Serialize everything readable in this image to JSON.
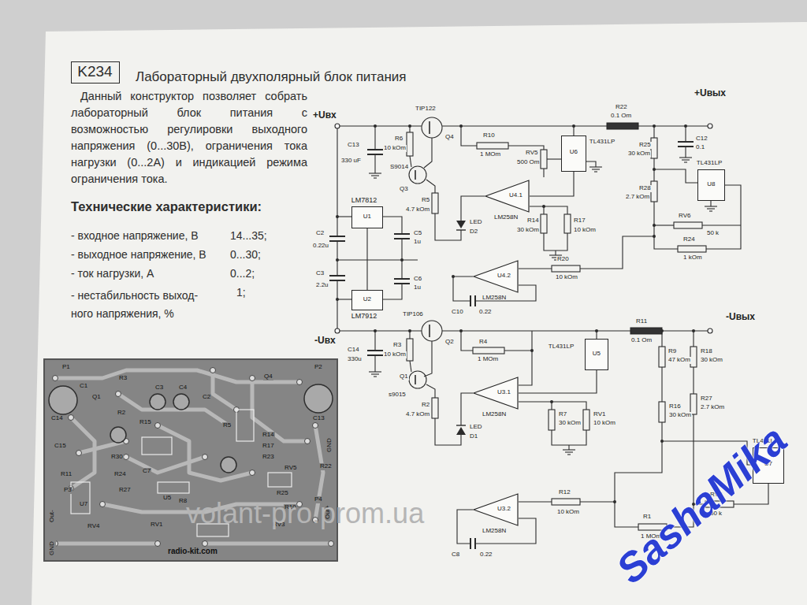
{
  "diagram": {
    "title": "Лабораторный двухполярный блок питания",
    "nodes": [
      {
        "text": [
          "K234"
        ]
      },
      {
        "text": [
          "TL431LP",
          "U6"
        ]
      },
      {
        "text": [
          "TL431LP",
          "U8"
        ]
      },
      {
        "text": [
          "U4.1",
          "LM258N"
        ]
      },
      {
        "text": [
          "LM7812",
          "U1"
        ]
      },
      {
        "text": [
          "U4.2",
          "LM258N"
        ]
      },
      {
        "text": [
          "LM7912",
          "U2"
        ]
      },
      {
        "text": [
          "TL431LP",
          "U5"
        ]
      },
      {
        "text": [
          "U3.1",
          "LM258N"
        ]
      },
      {
        "text": [
          "TL431LP",
          "U7"
        ]
      },
      {
        "text": [
          "U3.2",
          "LM258N"
        ]
      }
    ],
    "edges": [
      {
        "from": 4,
        "to": 6,
        "arrow": "none"
      },
      {
        "from": 1,
        "to": 3,
        "arrow": "none"
      },
      {
        "from": 7,
        "to": 8,
        "arrow": "none"
      }
    ],
    "labels": [
      "Данный конструктор позволяет собрать лабораторный блок питания с возможностью регулировки выходного напряжения (0...30В), ограничения тока нагрузки (0...2А) и индикацией режима ограничения тока.",
      "Технические характеристики:",
      "- входное напряжение, В",
      "14...35;",
      "- выходное напряжение, В",
      "0...30;",
      "- ток нагрузки, А",
      "0...2;",
      "- нестабильность выход- ного напряжения, %",
      "1;",
      "+Uвх",
      "-Uвх",
      "+Uвых",
      "-Uвых",
      "TIP122",
      "Q4",
      "R10",
      "1 MOm",
      "R22",
      "0.1 Om",
      "C13",
      "330 uF",
      "R6",
      "10 kOm",
      "S9014",
      "Q3",
      "R5",
      "4.7 kOm",
      "LED",
      "D2",
      "C2",
      "0.22u",
      "C3",
      "2.2u",
      "C5",
      "1u",
      "C6",
      "1u",
      "RV5",
      "500 Om",
      "R14",
      "30 kOm",
      "R17",
      "10 kOm",
      "C12",
      "0.1",
      "R25",
      "30 kOm",
      "R28",
      "2.7 kOm",
      "RV6",
      "50 k",
      "R24",
      "1 kOm",
      "C10",
      "0.22",
      "R20",
      "10 kOm",
      "TIP106",
      "Q2",
      "R4",
      "1 MOm",
      "R11",
      "0.1 Om",
      "C14",
      "330u",
      "R3",
      "10 kOm",
      "Q1",
      "s9015",
      "R2",
      "4.7 kOm",
      "LED",
      "D1",
      "R7",
      "30 kOm",
      "RV1",
      "10 kOm",
      "R9",
      "47 kOm",
      "R18",
      "30 kOm",
      "R16",
      "30 kOm",
      "R27",
      "2.7 kOm",
      "RV2",
      "50 k",
      "R1",
      "1 MOm",
      "C8",
      "0.22",
      "R12",
      "10 kOm",
      "P1",
      "P2",
      "C1",
      "C14",
      "Q1",
      "R3",
      "R2",
      "C3",
      "C4",
      "C2",
      "Q4",
      "C13",
      "C15",
      "R15",
      "R5",
      "R14",
      "R17",
      "R23",
      "RV5",
      "R22",
      "R30",
      "R24",
      "R27",
      "R11",
      "C7",
      "U5",
      "R8",
      "U7",
      "RV4",
      "RV1",
      "RV3",
      "R25",
      "R10",
      "radio-kit.com",
      "GND",
      "Out-",
      "GND",
      "Out+",
      "P3",
      "P4",
      "volant-pro.prom.ua",
      "SashaMika"
    ]
  }
}
